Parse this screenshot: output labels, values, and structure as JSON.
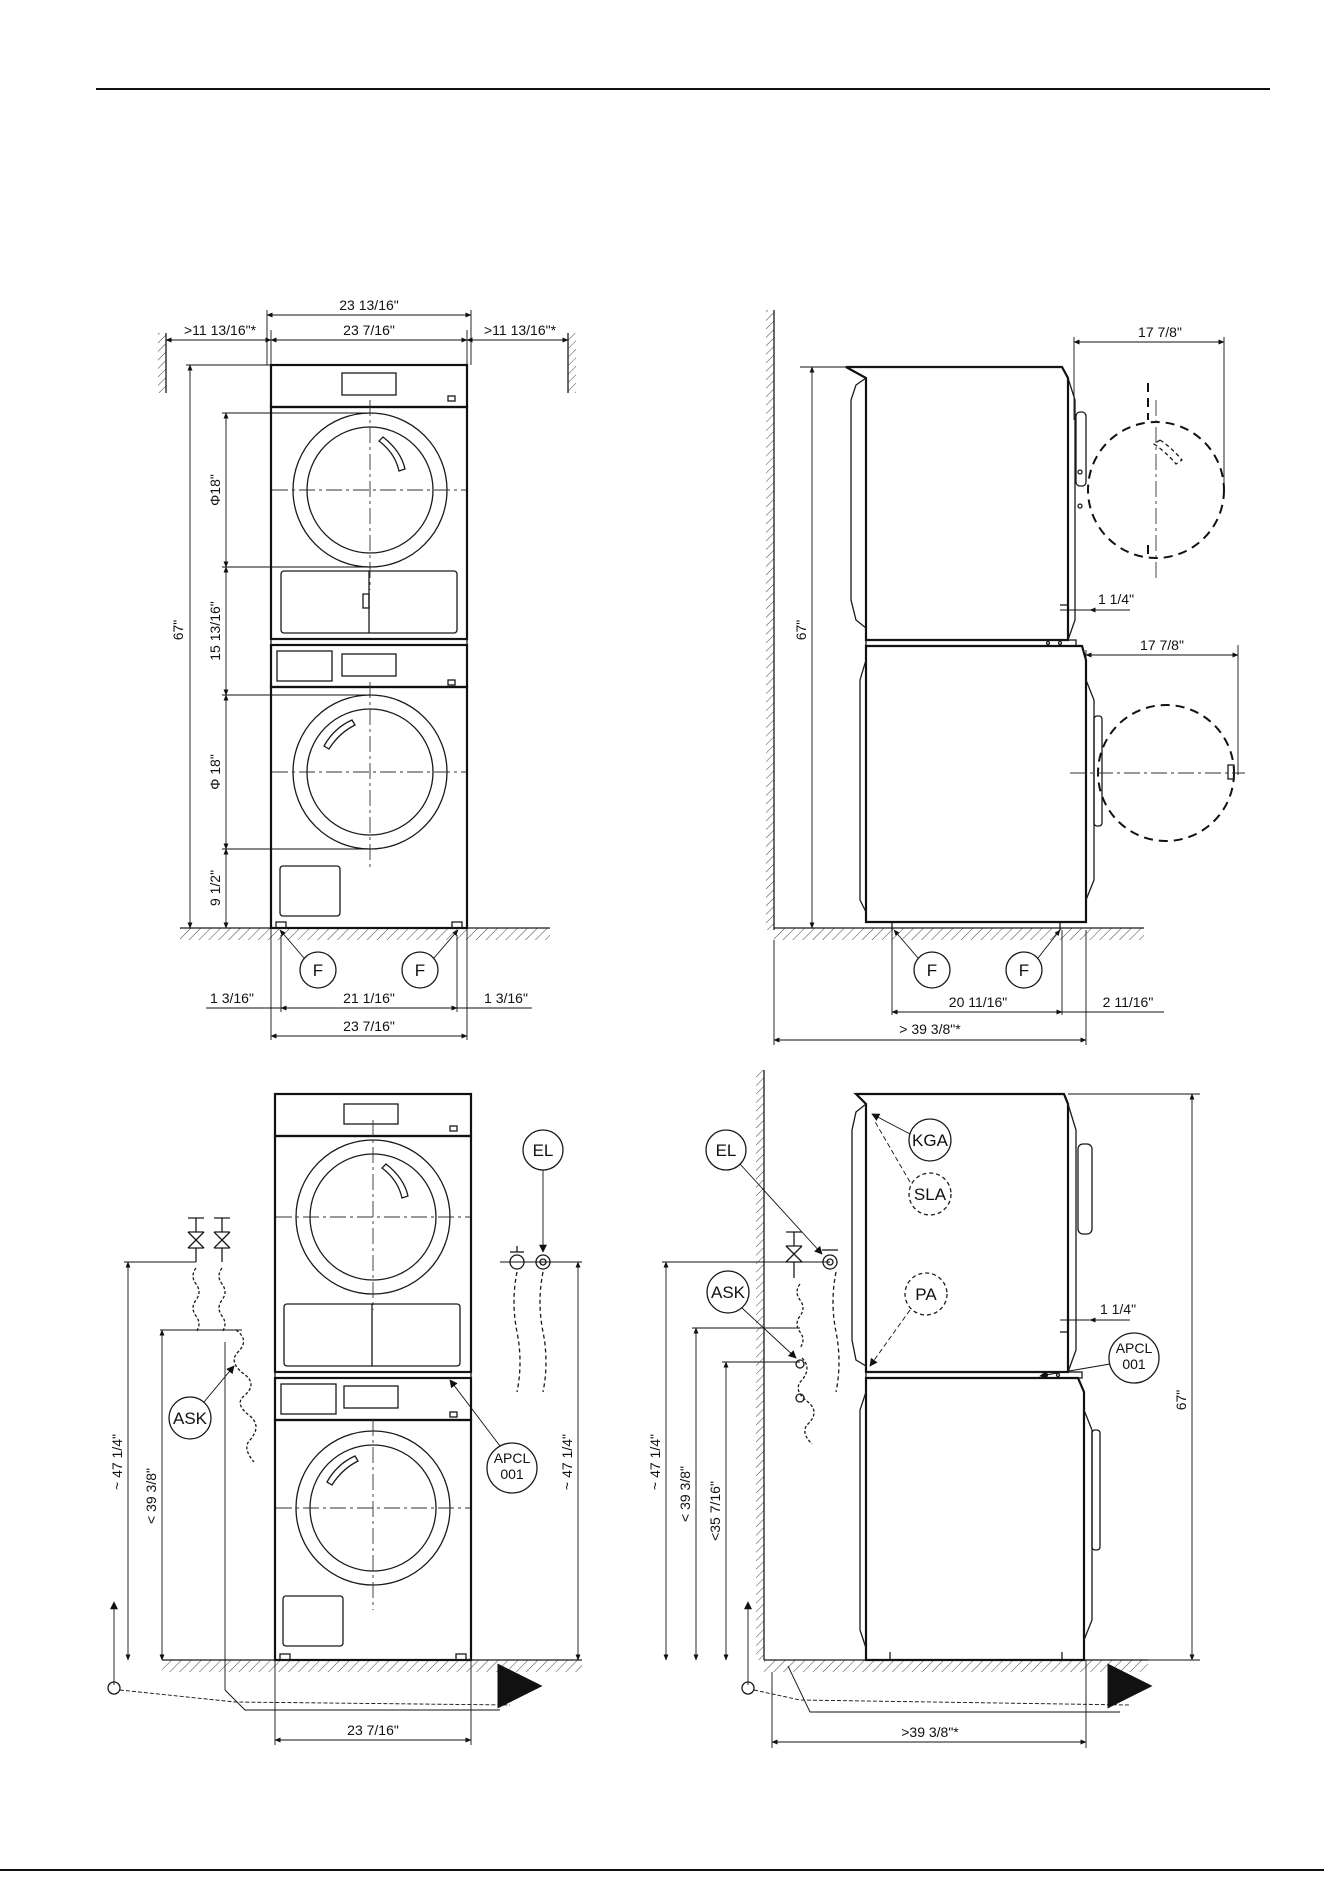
{
  "front_view": {
    "overall_width_top": "23 13/16\"",
    "width_top": "23 7/16\"",
    "left_clearance": ">11 13/16\"*",
    "right_clearance": ">11 13/16\"*",
    "height": "67\"",
    "dryer_door": "Φ18\"",
    "door_gap": "15 13/16\"",
    "washer_door": "Φ 18\"",
    "door_height": "9 1/2\"",
    "feet_left": "1 3/16\"",
    "feet_span": "21 1/16\"",
    "feet_right": "1 3/16\"",
    "width_bottom": "23 7/16\"",
    "foot_label": "F"
  },
  "side_view": {
    "door_open_top": "17 7/8\"",
    "door_open_bottom": "17 7/8\"",
    "offset": "1 1/4\"",
    "height": "67\"",
    "feet_span": "20 11/16\"",
    "rear_offset": "2 11/16\"",
    "depth": "> 39 3/8\"*",
    "foot_label": "F"
  },
  "front_connections": {
    "el": "EL",
    "ask": "ASK",
    "apcl_top": "APCL",
    "apcl_bottom": "001",
    "height_left": "~ 47 1/4\"",
    "height_left2": "< 39 3/8\"",
    "height_right": "~ 47 1/4\"",
    "width": "23 7/16\""
  },
  "side_connections": {
    "el": "EL",
    "ask": "ASK",
    "kga": "KGA",
    "sla": "SLA",
    "pa": "PA",
    "apcl_top": "APCL",
    "apcl_bottom": "001",
    "offset": "1 1/4\"",
    "height_right": "67\"",
    "height_1": "~ 47 1/4\"",
    "height_2": "< 39 3/8\"",
    "height_3": "<35 7/16\"",
    "depth": ">39 3/8\"*"
  }
}
